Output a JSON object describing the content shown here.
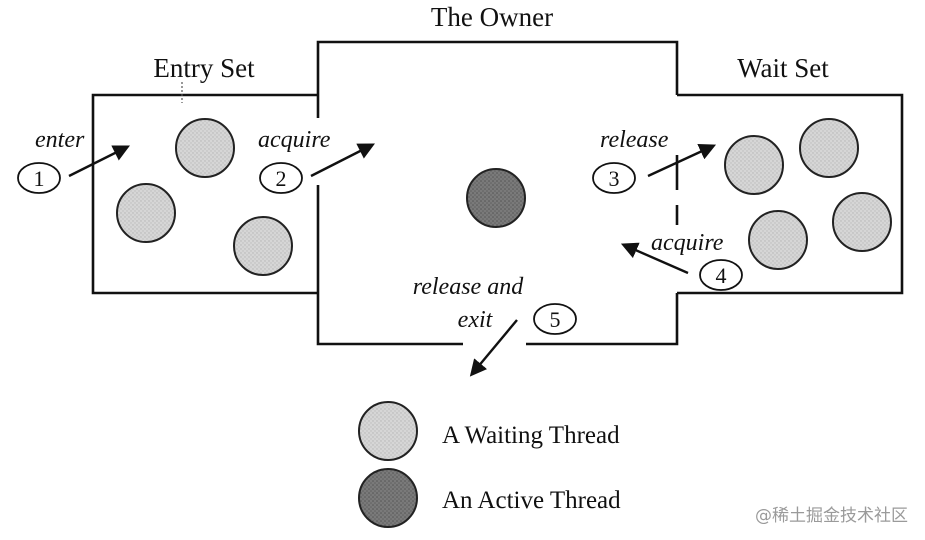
{
  "regions": {
    "owner_title": "The Owner",
    "entry_set_title": "Entry Set",
    "wait_set_title": "Wait Set"
  },
  "steps": [
    {
      "number": "1",
      "label": "enter"
    },
    {
      "number": "2",
      "label": "acquire"
    },
    {
      "number": "3",
      "label": "release"
    },
    {
      "number": "4",
      "label": "acquire"
    },
    {
      "number": "5",
      "label_line1": "release and",
      "label_line2": "exit"
    }
  ],
  "legend": {
    "waiting_label": "A Waiting Thread",
    "active_label": "An Active Thread"
  },
  "watermark": "@稀土掘金技术社区",
  "colors": {
    "waiting_thread": "#d2d2d2",
    "active_thread": "#777777",
    "outline": "#111111"
  }
}
